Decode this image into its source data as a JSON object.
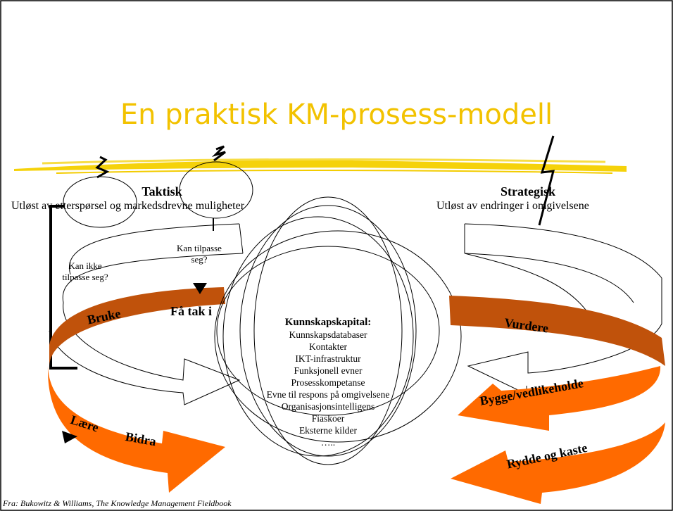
{
  "slide": {
    "title": "En praktisk KM-prosess-modell",
    "citation": "Fra: Bukowitz & Williams, The Knowledge Management Fieldbook"
  },
  "tactical": {
    "heading": "Taktisk",
    "subtitle": "Utløst av etterspørsel og markedsdrevne muligheter",
    "cannot_adapt": [
      "Kan ikke",
      "tilpasse seg?"
    ],
    "can_adapt": [
      "Kan tilpasse",
      "seg?"
    ],
    "steps": {
      "use": "Bruke",
      "get": "Få tak i",
      "learn": "Lære",
      "contribute": "Bidra"
    }
  },
  "strategic": {
    "heading": "Strategisk",
    "subtitle": "Utløst av endringer i omgivelsene",
    "steps": {
      "assess": "Vurdere",
      "build": "Bygge/vedlikeholde",
      "divest": "Rydde og kaste"
    }
  },
  "knowledge_capital": {
    "heading": "Kunnskapskapital:",
    "items": [
      "Kunnskapsdatabaser",
      "Kontakter",
      "IKT-infrastruktur",
      "Funksjonell evner",
      "Prosesskompetanse",
      "Evne til respons på omgivelsene",
      "Organisasjonsintelligens",
      "Fiaskoer",
      "Eksterne kilder",
      "….."
    ]
  },
  "colors": {
    "title": "#f2c200",
    "dark_arrow": "#c0520b",
    "bright_arrow": "#ff6a00"
  }
}
